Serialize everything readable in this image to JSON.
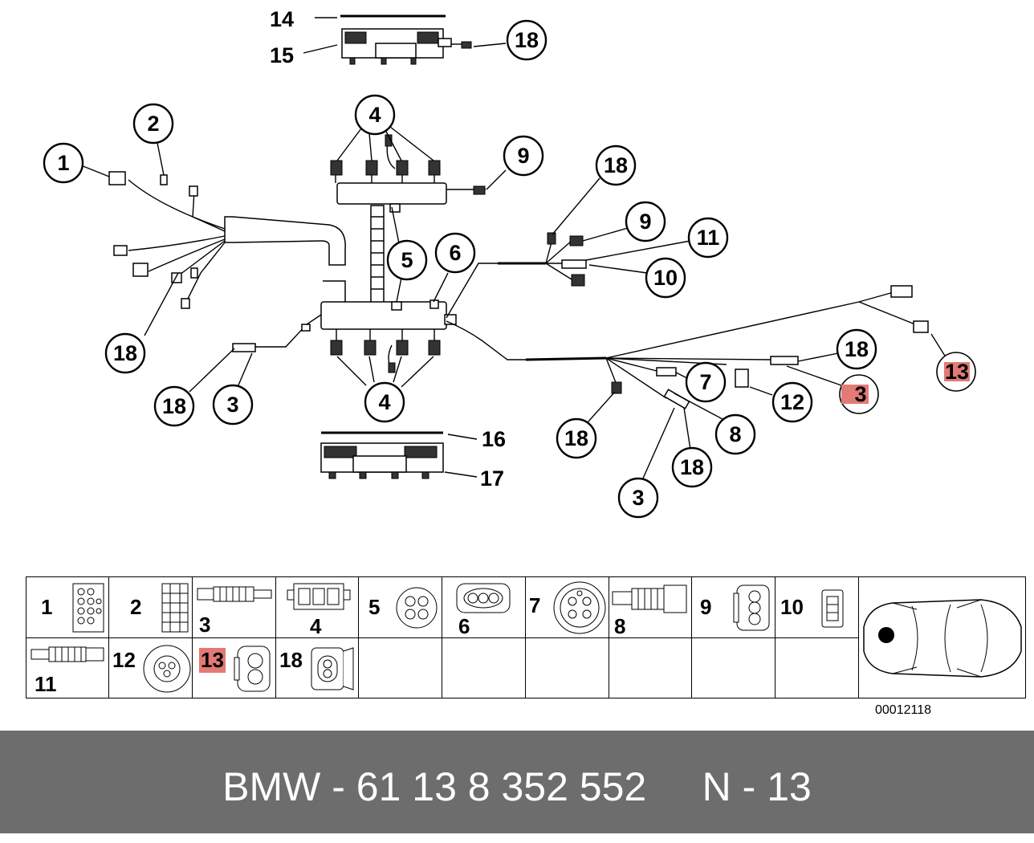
{
  "callouts": {
    "c14": "14",
    "c15": "15",
    "c18_top": "18",
    "c2": "2",
    "c1": "1",
    "c4_top": "4",
    "c9_top": "9",
    "c18_a": "18",
    "c9_b": "9",
    "c11": "11",
    "c10": "10",
    "c5": "5",
    "c6": "6",
    "c18_left": "18",
    "c18_b": "18",
    "c13": "13",
    "c3_right": "3",
    "c7": "7",
    "c12": "12",
    "c8": "8",
    "c18_c": "18",
    "c18_d": "18",
    "c3_bottom": "3",
    "c18_e": "18",
    "c3_left": "3",
    "c4_bottom": "4",
    "c16": "16",
    "c17": "17"
  },
  "legend": {
    "row1": [
      "1",
      "2",
      "3",
      "4",
      "5",
      "6",
      "7",
      "8",
      "9",
      "10"
    ],
    "row2": [
      "11",
      "12",
      "13",
      "18"
    ]
  },
  "doc_number": "00012118",
  "footer": {
    "text": "BMW - 61 13 8 352 552     N - 13"
  },
  "colors": {
    "highlight": "#e27a76",
    "footer_bg": "#6d6d6d",
    "footer_text": "#ffffff"
  }
}
